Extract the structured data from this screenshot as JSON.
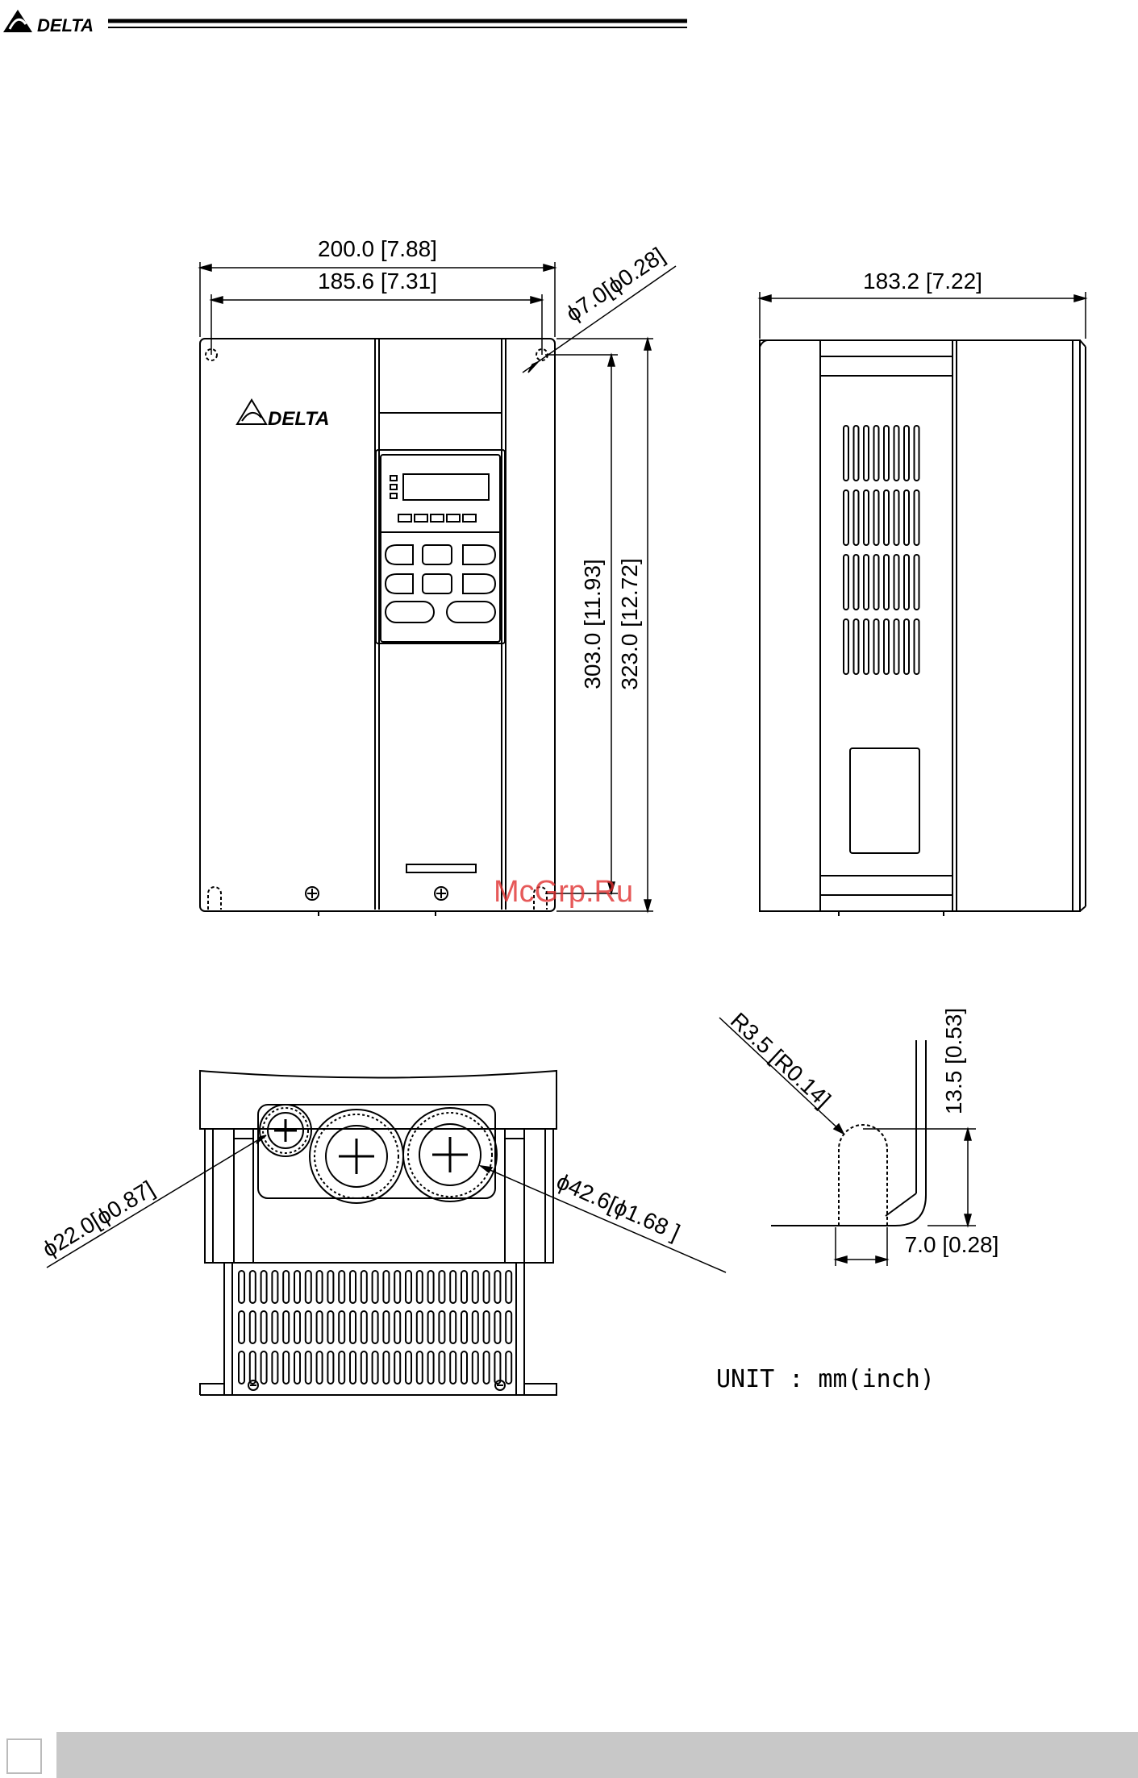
{
  "header": {
    "brand": "DELTA"
  },
  "front_view": {
    "logo": "DELTA",
    "dim_width_overall": "200.0 [7.88]",
    "dim_width_mount": "185.6 [7.31]",
    "dim_hole": "ϕ7.0[ϕ0.28]",
    "dim_height_mount": "303.0 [11.93]",
    "dim_height_overall": "323.0 [12.72]"
  },
  "side_view": {
    "dim_depth": "183.2 [7.22]"
  },
  "bottom_view": {
    "dim_small_hole": "ϕ22.0[ϕ0.87]",
    "dim_large_hole": "ϕ42.6[ϕ1.68 ]"
  },
  "slot_detail": {
    "dim_radius": "R3.5 [R0.14]",
    "dim_slot_height": "13.5 [0.53]",
    "dim_slot_width": "7.0 [0.28]"
  },
  "unit_label": "UNIT : mm(inch)",
  "watermark": "McGrp.Ru",
  "icons": [
    "delta-logo-icon",
    "screw-icon",
    "knockout-hole-icon"
  ]
}
